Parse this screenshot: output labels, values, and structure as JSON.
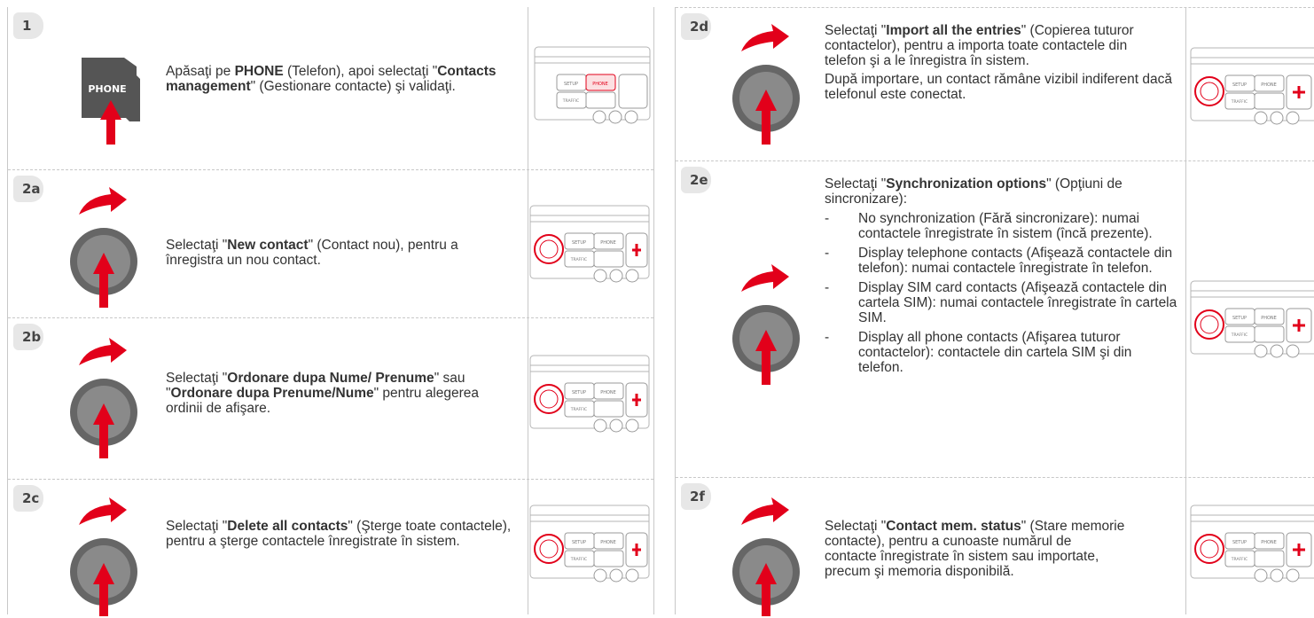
{
  "colors": {
    "accent_red": "#e2001a",
    "knob_dark": "#555555",
    "badge_bg": "#e7e7e7"
  },
  "left": [
    {
      "id": "1",
      "step": "1",
      "icon": "phone-button-icon",
      "phone_label": "PHONE",
      "text": [
        {
          "t": "Apăsaţi pe ",
          "b": false
        },
        {
          "t": "PHONE",
          "b": true
        },
        {
          "t": " (Telefon), apoi selectaţi \"",
          "b": false
        },
        {
          "t": "Contacts management",
          "b": true
        },
        {
          "t": "\" (Gestionare contacte) şi validaţi.",
          "b": false
        }
      ]
    },
    {
      "id": "2a",
      "step": "2a",
      "icon": "rotary-knob-icon",
      "text": [
        {
          "t": "Selectaţi \"",
          "b": false
        },
        {
          "t": "New contact",
          "b": true
        },
        {
          "t": "\" (Contact nou), pentru a înregistra un nou contact.",
          "b": false
        }
      ]
    },
    {
      "id": "2b",
      "step": "2b",
      "icon": "rotary-knob-icon",
      "text": [
        {
          "t": "Selectaţi \"",
          "b": false
        },
        {
          "t": "Ordonare dupa Nume/ Prenume",
          "b": true
        },
        {
          "t": "\" sau \"",
          "b": false
        },
        {
          "t": "Ordonare dupa Prenume/Nume",
          "b": true
        },
        {
          "t": "\" pentru alegerea ordinii de afişare.",
          "b": false
        }
      ]
    },
    {
      "id": "2c",
      "step": "2c",
      "icon": "rotary-knob-icon",
      "text": [
        {
          "t": "Selectaţi \"",
          "b": false
        },
        {
          "t": "Delete all contacts",
          "b": true
        },
        {
          "t": "\" (Şterge toate contactele), pentru a şterge contactele înregistrate în sistem.",
          "b": false
        }
      ]
    }
  ],
  "right": [
    {
      "id": "2d",
      "step": "2d",
      "icon": "rotary-knob-icon",
      "text": [
        {
          "t": "Selectaţi \"",
          "b": false
        },
        {
          "t": "Import all the entries",
          "b": true
        },
        {
          "t": "\" (Copierea tuturor contactelor), pentru a importa toate contactele din telefon şi a le înregistra în sistem.",
          "b": false
        }
      ],
      "note": "După importare, un contact rămâne vizibil indiferent dacă telefonul este conectat."
    },
    {
      "id": "2e",
      "step": "2e",
      "icon": "rotary-knob-icon",
      "text": [
        {
          "t": "Selectaţi \"",
          "b": false
        },
        {
          "t": "Synchronization options",
          "b": true
        },
        {
          "t": "\" (Opţiuni de sincronizare):",
          "b": false
        }
      ],
      "list": [
        "No synchronization (Fără sincronizare): numai contactele înregistrate în sistem (încă prezente).",
        "Display telephone contacts (Afişează contactele din telefon): numai contactele înregistrate în telefon.",
        "Display SIM card contacts (Afişează contactele din cartela SIM): numai contactele înregistrate în cartela SIM.",
        "Display all phone contacts (Afişarea tuturor contactelor): contactele din cartela SIM şi din telefon."
      ]
    },
    {
      "id": "2f",
      "step": "2f",
      "icon": "rotary-knob-icon",
      "text": [
        {
          "t": "Selectaţi \"",
          "b": false
        },
        {
          "t": "Contact mem. status",
          "b": true
        },
        {
          "t": "\" (Stare memorie contacte), pentru a cunoaste numărul de contacte înregistrate în sistem sau importate, precum şi memoria disponibilă.",
          "b": false
        }
      ]
    }
  ],
  "radio_labels": {
    "setup": "SETUP",
    "phone": "PHONE",
    "traffic": "TRAFFIC"
  }
}
